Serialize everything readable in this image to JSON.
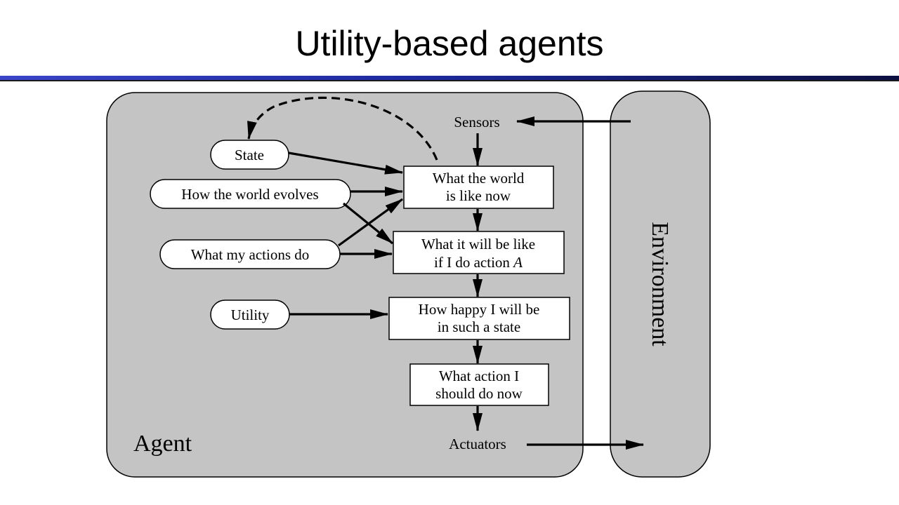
{
  "title": "Utility-based agents",
  "diagram": {
    "agent_label": "Agent",
    "environment_label": "Environment",
    "sensors": "Sensors",
    "actuators": "Actuators",
    "state": "State",
    "how_world_evolves": "How the world evolves",
    "what_my_actions_do": "What my actions do",
    "utility": "Utility",
    "world_now": {
      "line1": "What the world",
      "line2": "is like now"
    },
    "will_be_like": {
      "line1": "What it will be like",
      "line2": "if I do action ",
      "action_var": "A"
    },
    "how_happy": {
      "line1": "How happy I will be",
      "line2": "in such a state"
    },
    "what_action": {
      "line1": "What action I",
      "line2": "should do now"
    }
  }
}
